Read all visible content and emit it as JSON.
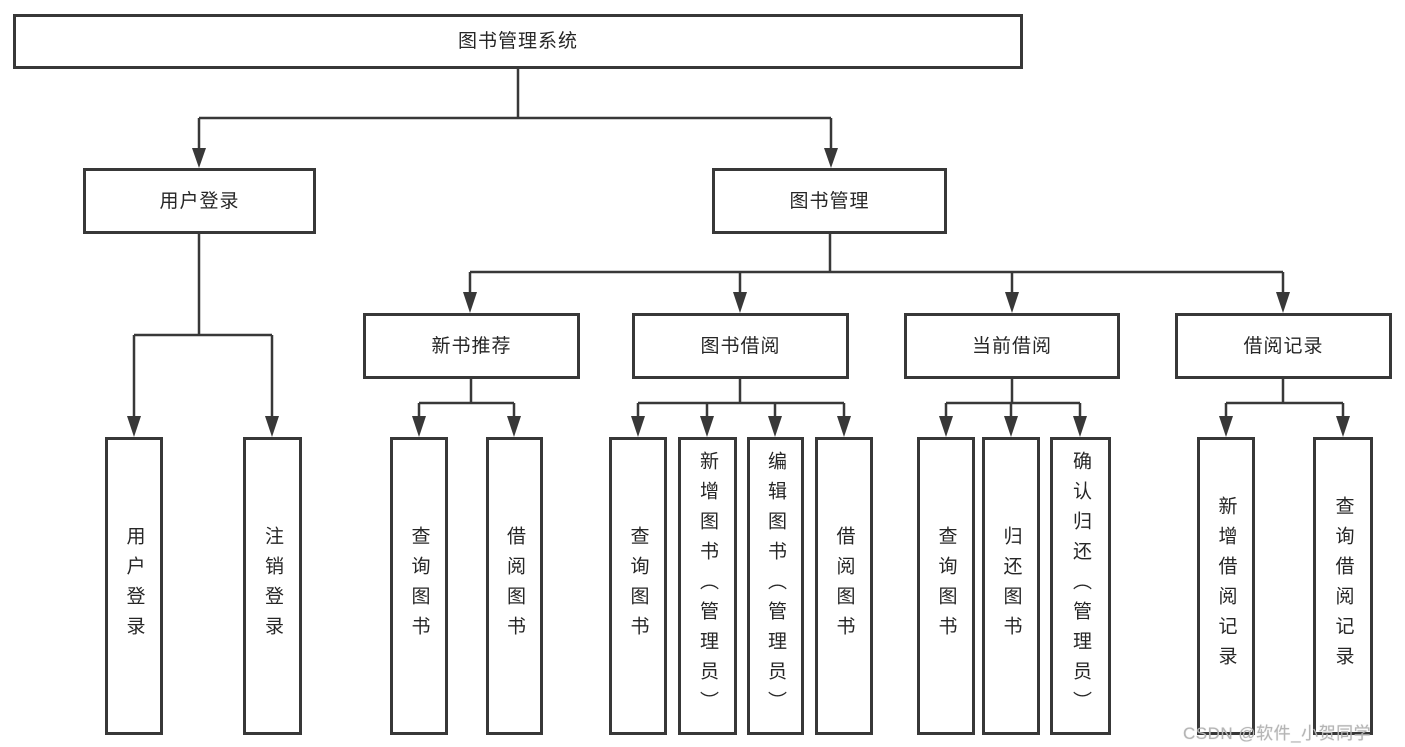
{
  "nodes": {
    "root": "图书管理系统",
    "user_login": "用户登录",
    "book_mgmt": "图书管理",
    "new_book": "新书推荐",
    "book_borrow": "图书借阅",
    "current_borrow": "当前借阅",
    "borrow_record": "借阅记录",
    "leaf_user_login": "用户登录",
    "leaf_logout": "注销登录",
    "leaf_nb_query": "查询图书",
    "leaf_nb_borrow": "借阅图书",
    "leaf_bb_query": "查询图书",
    "leaf_bb_add": "新增图书（管理员）",
    "leaf_bb_edit": "编辑图书（管理员）",
    "leaf_bb_borrow": "借阅图书",
    "leaf_cb_query": "查询图书",
    "leaf_cb_return": "归还图书",
    "leaf_cb_confirm": "确认归还（管理员）",
    "leaf_br_add": "新增借阅记录",
    "leaf_br_query": "查询借阅记录"
  },
  "watermark": "CSDN @软件_小贺同学",
  "colors": {
    "line": "#383838",
    "text": "#262626",
    "watermark": "#b5b5b5",
    "background": "#ffffff"
  }
}
